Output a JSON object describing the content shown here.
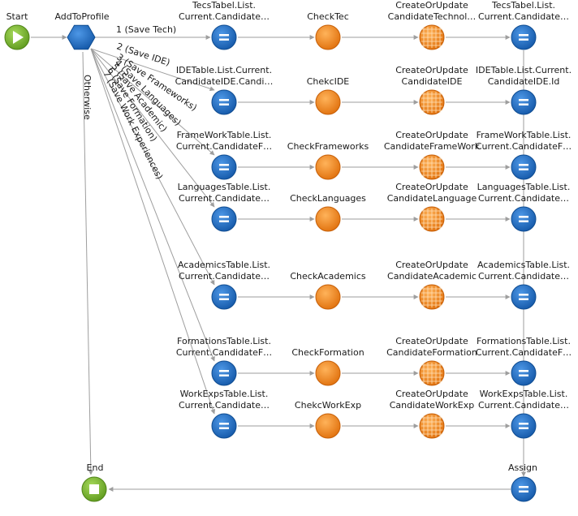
{
  "nodes": {
    "start": "Start",
    "main": "AddToProfile",
    "end": "End",
    "assign": "Assign"
  },
  "branches": [
    "1 (Save Tech)",
    "2 (Save IDE)",
    "3 (Save Frameworks)",
    "4 (Save Languages)",
    "5 (Save Academic)",
    "6 (Save Formation)",
    "7 (Save Work Experiences)",
    "Otherwise"
  ],
  "rows": [
    {
      "assign1": [
        "TecsTabel.List.",
        "Current.Candidate…"
      ],
      "check": [
        "CheckTec"
      ],
      "update": [
        "CreateOrUpdate",
        "CandidateTechnol…"
      ],
      "assign2": [
        "TecsTabel.List.",
        "Current.Candidate…"
      ]
    },
    {
      "assign1": [
        "IDETable.List.Current.",
        "CandidateIDE.Candi…"
      ],
      "check": [
        "ChekcIDE"
      ],
      "update": [
        "CreateOrUpdate",
        "CandidateIDE"
      ],
      "assign2": [
        "IDETable.List.Current.",
        "CandidateIDE.Id"
      ]
    },
    {
      "assign1": [
        "FrameWorkTable.List.",
        "Current.CandidateF…"
      ],
      "check": [
        "CheckFrameworks"
      ],
      "update": [
        "CreateOrUpdate",
        "CandidateFrameWork"
      ],
      "assign2": [
        "FrameWorkTable.List.",
        "Current.CandidateF…"
      ]
    },
    {
      "assign1": [
        "LanguagesTable.List.",
        "Current.Candidate…"
      ],
      "check": [
        "CheckLanguages"
      ],
      "update": [
        "CreateOrUpdate",
        "CandidateLanguage"
      ],
      "assign2": [
        "LanguagesTable.List.",
        "Current.Candidate…"
      ]
    },
    {
      "assign1": [
        "AcademicsTable.List.",
        "Current.Candidate…"
      ],
      "check": [
        "CheckAcademics"
      ],
      "update": [
        "CreateOrUpdate",
        "CandidateAcademic"
      ],
      "assign2": [
        "AcademicsTable.List.",
        "Current.Candidate…"
      ]
    },
    {
      "assign1": [
        "FormationsTable.List.",
        "Current.CandidateF…"
      ],
      "check": [
        "CheckFormation"
      ],
      "update": [
        "CreateOrUpdate",
        "CandidateFormation"
      ],
      "assign2": [
        "FormationsTable.List.",
        "Current.CandidateF…"
      ]
    },
    {
      "assign1": [
        "WorkExpsTable.List.",
        "Current.Candidate…"
      ],
      "check": [
        "ChekcWorkExp"
      ],
      "update": [
        "CreateOrUpdate",
        "CandidateWorkExp"
      ],
      "assign2": [
        "WorkExpsTable.List.",
        "Current.Candidate…"
      ]
    }
  ],
  "colors": {
    "line": "#9e9e9e",
    "start": "#7cb82f",
    "end": "#7cb82f",
    "assign": "#1f6ec6",
    "check": "#f28a1e",
    "update": "#f28a1e",
    "main": "#1f6ec6"
  },
  "icons": {
    "start": "play-icon",
    "end": "stop-icon",
    "assign": "equals-icon",
    "check": "circle-icon",
    "update": "grid-icon",
    "main": "hexagon-icon"
  }
}
